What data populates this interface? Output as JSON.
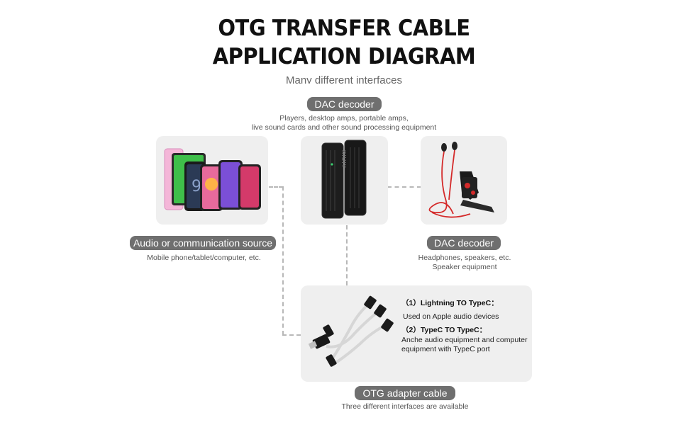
{
  "title_line1": "OTG TRANSFER CABLE",
  "title_line2": "APPLICATION DIAGRAM",
  "subtitle": "Many different interfaces",
  "top": {
    "label": "DAC decoder",
    "caption_line1": "Players, desktop amps, portable amps,",
    "caption_line2": "live sound cards and other sound processing equipment"
  },
  "source": {
    "label": "Audio or communication source",
    "caption": "Mobile phone/tablet/computer, etc."
  },
  "output": {
    "label": "DAC decoder",
    "caption_line1": "Headphones, speakers, etc.",
    "caption_line2": "Speaker equipment"
  },
  "device_brand": "KIUIY",
  "cable_notes": {
    "item1_title": "（1）Lightning TO TypeC：",
    "item1_desc": "Used on Apple audio devices",
    "item2_title": "（2）TypeC TO TypeC：",
    "item2_desc_line1": "Anche audio equipment and computer",
    "item2_desc_line2": "equipment with TypeC port"
  },
  "adapter": {
    "label": "OTG adapter cable",
    "caption": "Three different interfaces are available"
  },
  "colors": {
    "pill": "#6f6f6f",
    "card": "#efefef",
    "dash": "#b8b8b8",
    "cable_red": "#d42a2a"
  }
}
